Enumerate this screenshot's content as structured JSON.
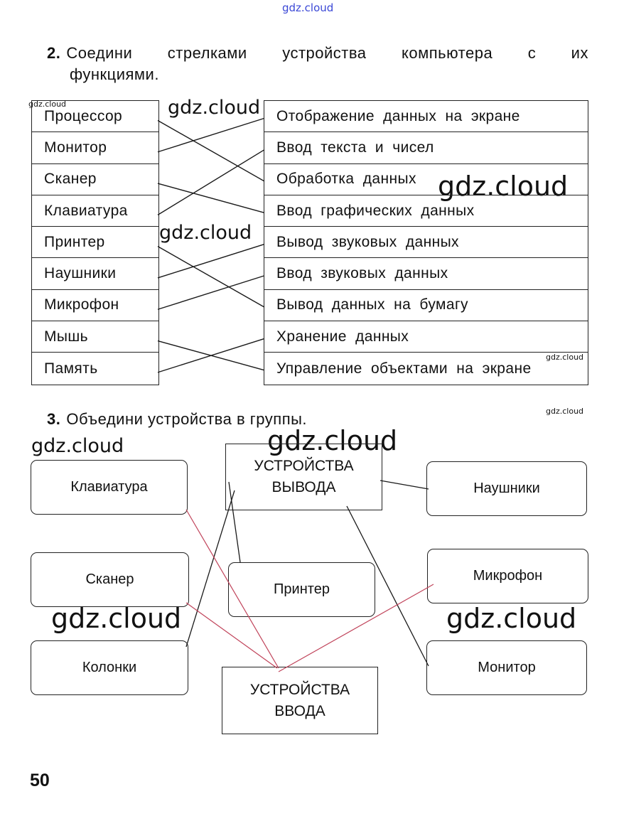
{
  "watermarks": {
    "top": "gdz.cloud",
    "mark": "gdz.cloud"
  },
  "task2": {
    "number": "2.",
    "instruction_line1": [
      "Соедини",
      "стрелками",
      "устройства",
      "компьютера",
      "с",
      "их"
    ],
    "instruction_line2": "функциями.",
    "devices": [
      "Процессор",
      "Монитор",
      "Сканер",
      "Клавиатура",
      "Принтер",
      "Наушники",
      "Микрофон",
      "Мышь",
      "Память"
    ],
    "functions": [
      "Отображение данных на экране",
      "Ввод текста и чисел",
      "Обработка данных",
      "Ввод графических данных",
      "Вывод звуковых данных",
      "Ввод звуковых данных",
      "Вывод данных на бумагу",
      "Хранение данных",
      "Управление объектами на экране"
    ],
    "connections": [
      [
        0,
        2
      ],
      [
        1,
        0
      ],
      [
        2,
        3
      ],
      [
        3,
        1
      ],
      [
        4,
        6
      ],
      [
        5,
        4
      ],
      [
        6,
        5
      ],
      [
        7,
        8
      ],
      [
        8,
        7
      ]
    ]
  },
  "task3": {
    "number": "3.",
    "instruction": "Объедини устройства в группы.",
    "output_group": [
      "УСТРОЙСТВА",
      "ВЫВОДА"
    ],
    "input_group": [
      "УСТРОЙСТВА",
      "ВВОДА"
    ],
    "devices": {
      "keyboard": "Клавиатура",
      "scanner": "Сканер",
      "speakers": "Колонки",
      "printer": "Принтер",
      "headphones": "Наушники",
      "microphone": "Микрофон",
      "monitor": "Монитор"
    },
    "line_colors": {
      "output": "#1a1a1a",
      "input": "#c0435a"
    }
  },
  "page_number": "50"
}
